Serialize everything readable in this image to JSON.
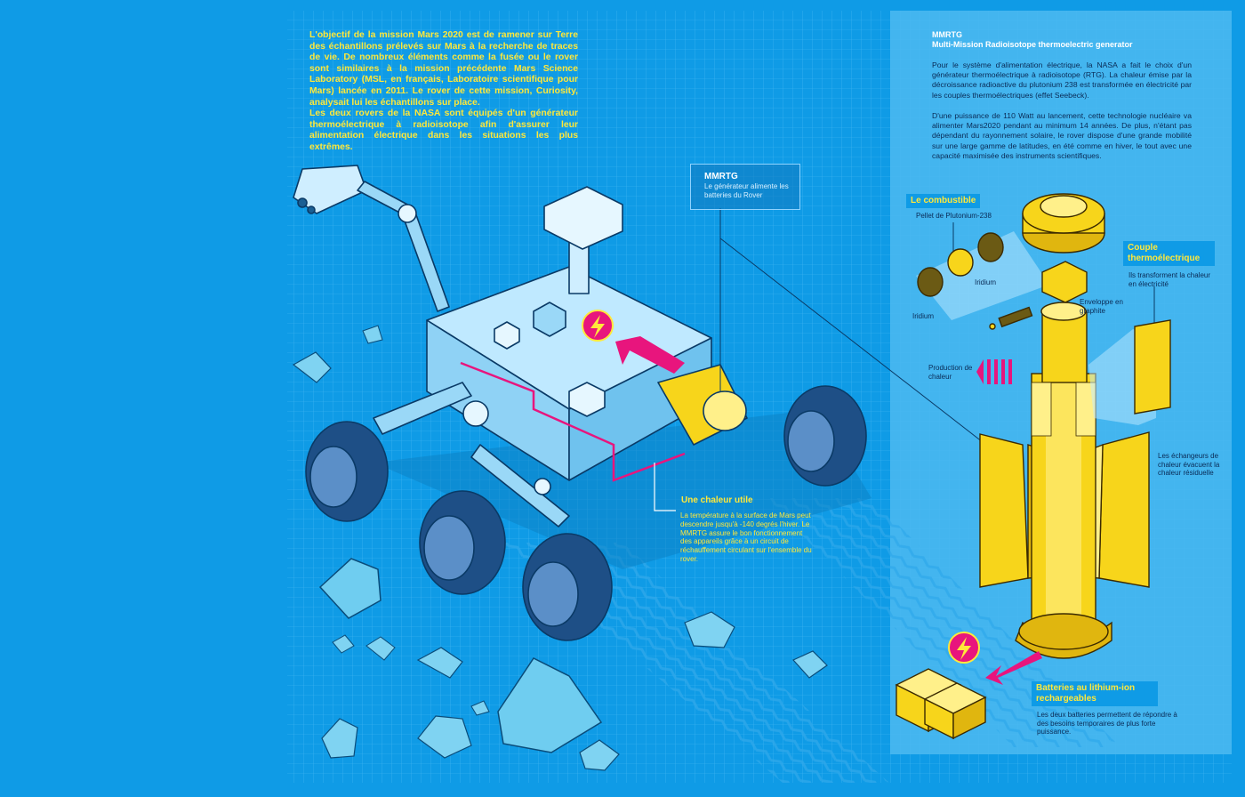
{
  "intro": {
    "paragraph1": "L'objectif de la mission Mars 2020 est de ramener sur Terre des échantillons prélevés sur Mars à la recherche de traces de vie. De nombreux éléments comme la fusée ou le rover sont similaires à la mission précédente Mars Science Laboratory (MSL, en français, Laboratoire scientifique pour Mars) lancée en 2011. Le rover de cette mission, Curiosity, analysait lui les échantillons sur place.",
    "paragraph2": "Les deux rovers de la NASA sont équipés d'un générateur thermoélectrique à radioisotope afin d'assurer leur alimentation électrique dans les situations les plus extrêmes."
  },
  "mmrtg_callout": {
    "title": "MMRTG",
    "text": "Le générateur alimente les batteries du Rover"
  },
  "chaleur": {
    "title": "Une chaleur utile",
    "text": "La température à la surface de Mars peut descendre jusqu'à -140 degrés l'hiver. Le MMRTG assure le bon fonctionnement des appareils grâce à un circuit de réchauffement circulant sur l'ensemble du rover."
  },
  "panel": {
    "title1": "MMRTG",
    "title2": "Multi-Mission Radioisotope thermoelectric generator",
    "p1": "Pour le système d'alimentation électrique, la NASA a fait le choix d'un générateur thermoélectrique à radioisotope (RTG). La chaleur émise par la décroissance radioactive du plutonium 238 est transformée en électricité par les couples thermoélectriques (effet Seebeck).",
    "p2": "D'une puissance de 110 Watt au lancement, cette technologie nucléaire va alimenter Mars2020 pendant au minimum 14 années. De plus, n'étant pas dépendant du rayonnement solaire, le rover dispose d'une grande mobilité sur une large gamme de latitudes, en été comme en hiver, le tout avec une capacité maximisée des instruments scientifiques."
  },
  "labels": {
    "combustible": "Le combustible",
    "pellet": "Pellet de Plutonium-238",
    "iridium1": "Iridium",
    "iridium2": "Iridium",
    "enveloppe": "Enveloppe en graphite",
    "couple": "Couple thermoélectrique",
    "couple_text": "Ils transforment la chaleur en électricité",
    "production": "Production de chaleur",
    "echangeurs": "Les échangeurs de chaleur évacuent la chaleur résiduelle",
    "batteries": "Batteries au lithium-ion rechargeables",
    "batteries_text": "Les deux batteries permettent de répondre à des besoins temporaires de plus forte puissance."
  },
  "colors": {
    "background": "#0f9be6",
    "accent_yellow": "#ffe83a",
    "magenta": "#e8157d",
    "panel": "#49b8ef"
  }
}
